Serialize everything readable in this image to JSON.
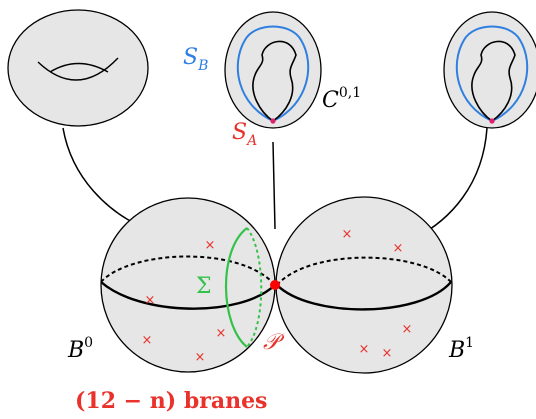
{
  "labels": {
    "s_b": "S",
    "s_b_sub": "B",
    "s_a": "S",
    "s_a_sub": "A",
    "c_label": "C",
    "c_sup": "0,1",
    "sigma": "Σ",
    "p_point": "𝒫",
    "b0": "B",
    "b0_sup": "0",
    "b1": "B",
    "b1_sup": "1",
    "branes": "(12 − n) branes"
  },
  "colors": {
    "fiber_fill": "#e6e6e6",
    "sphere_fill": "#e6e6e6",
    "stroke": "#000000",
    "blue_cycle": "#2f7fe0",
    "marker": "#e8322b",
    "junction_point": "#ff0000",
    "sigma_green": "#33c24a",
    "pink_point": "#e0206a",
    "s_a_color": "#e8322b",
    "p_color": "#e8322b",
    "sigma_text_color": "#33c24a",
    "branes_color": "#e8322b",
    "text": "#000000"
  },
  "markers": {
    "symbol": "×",
    "b0_count": 5,
    "b1_count": 5
  }
}
